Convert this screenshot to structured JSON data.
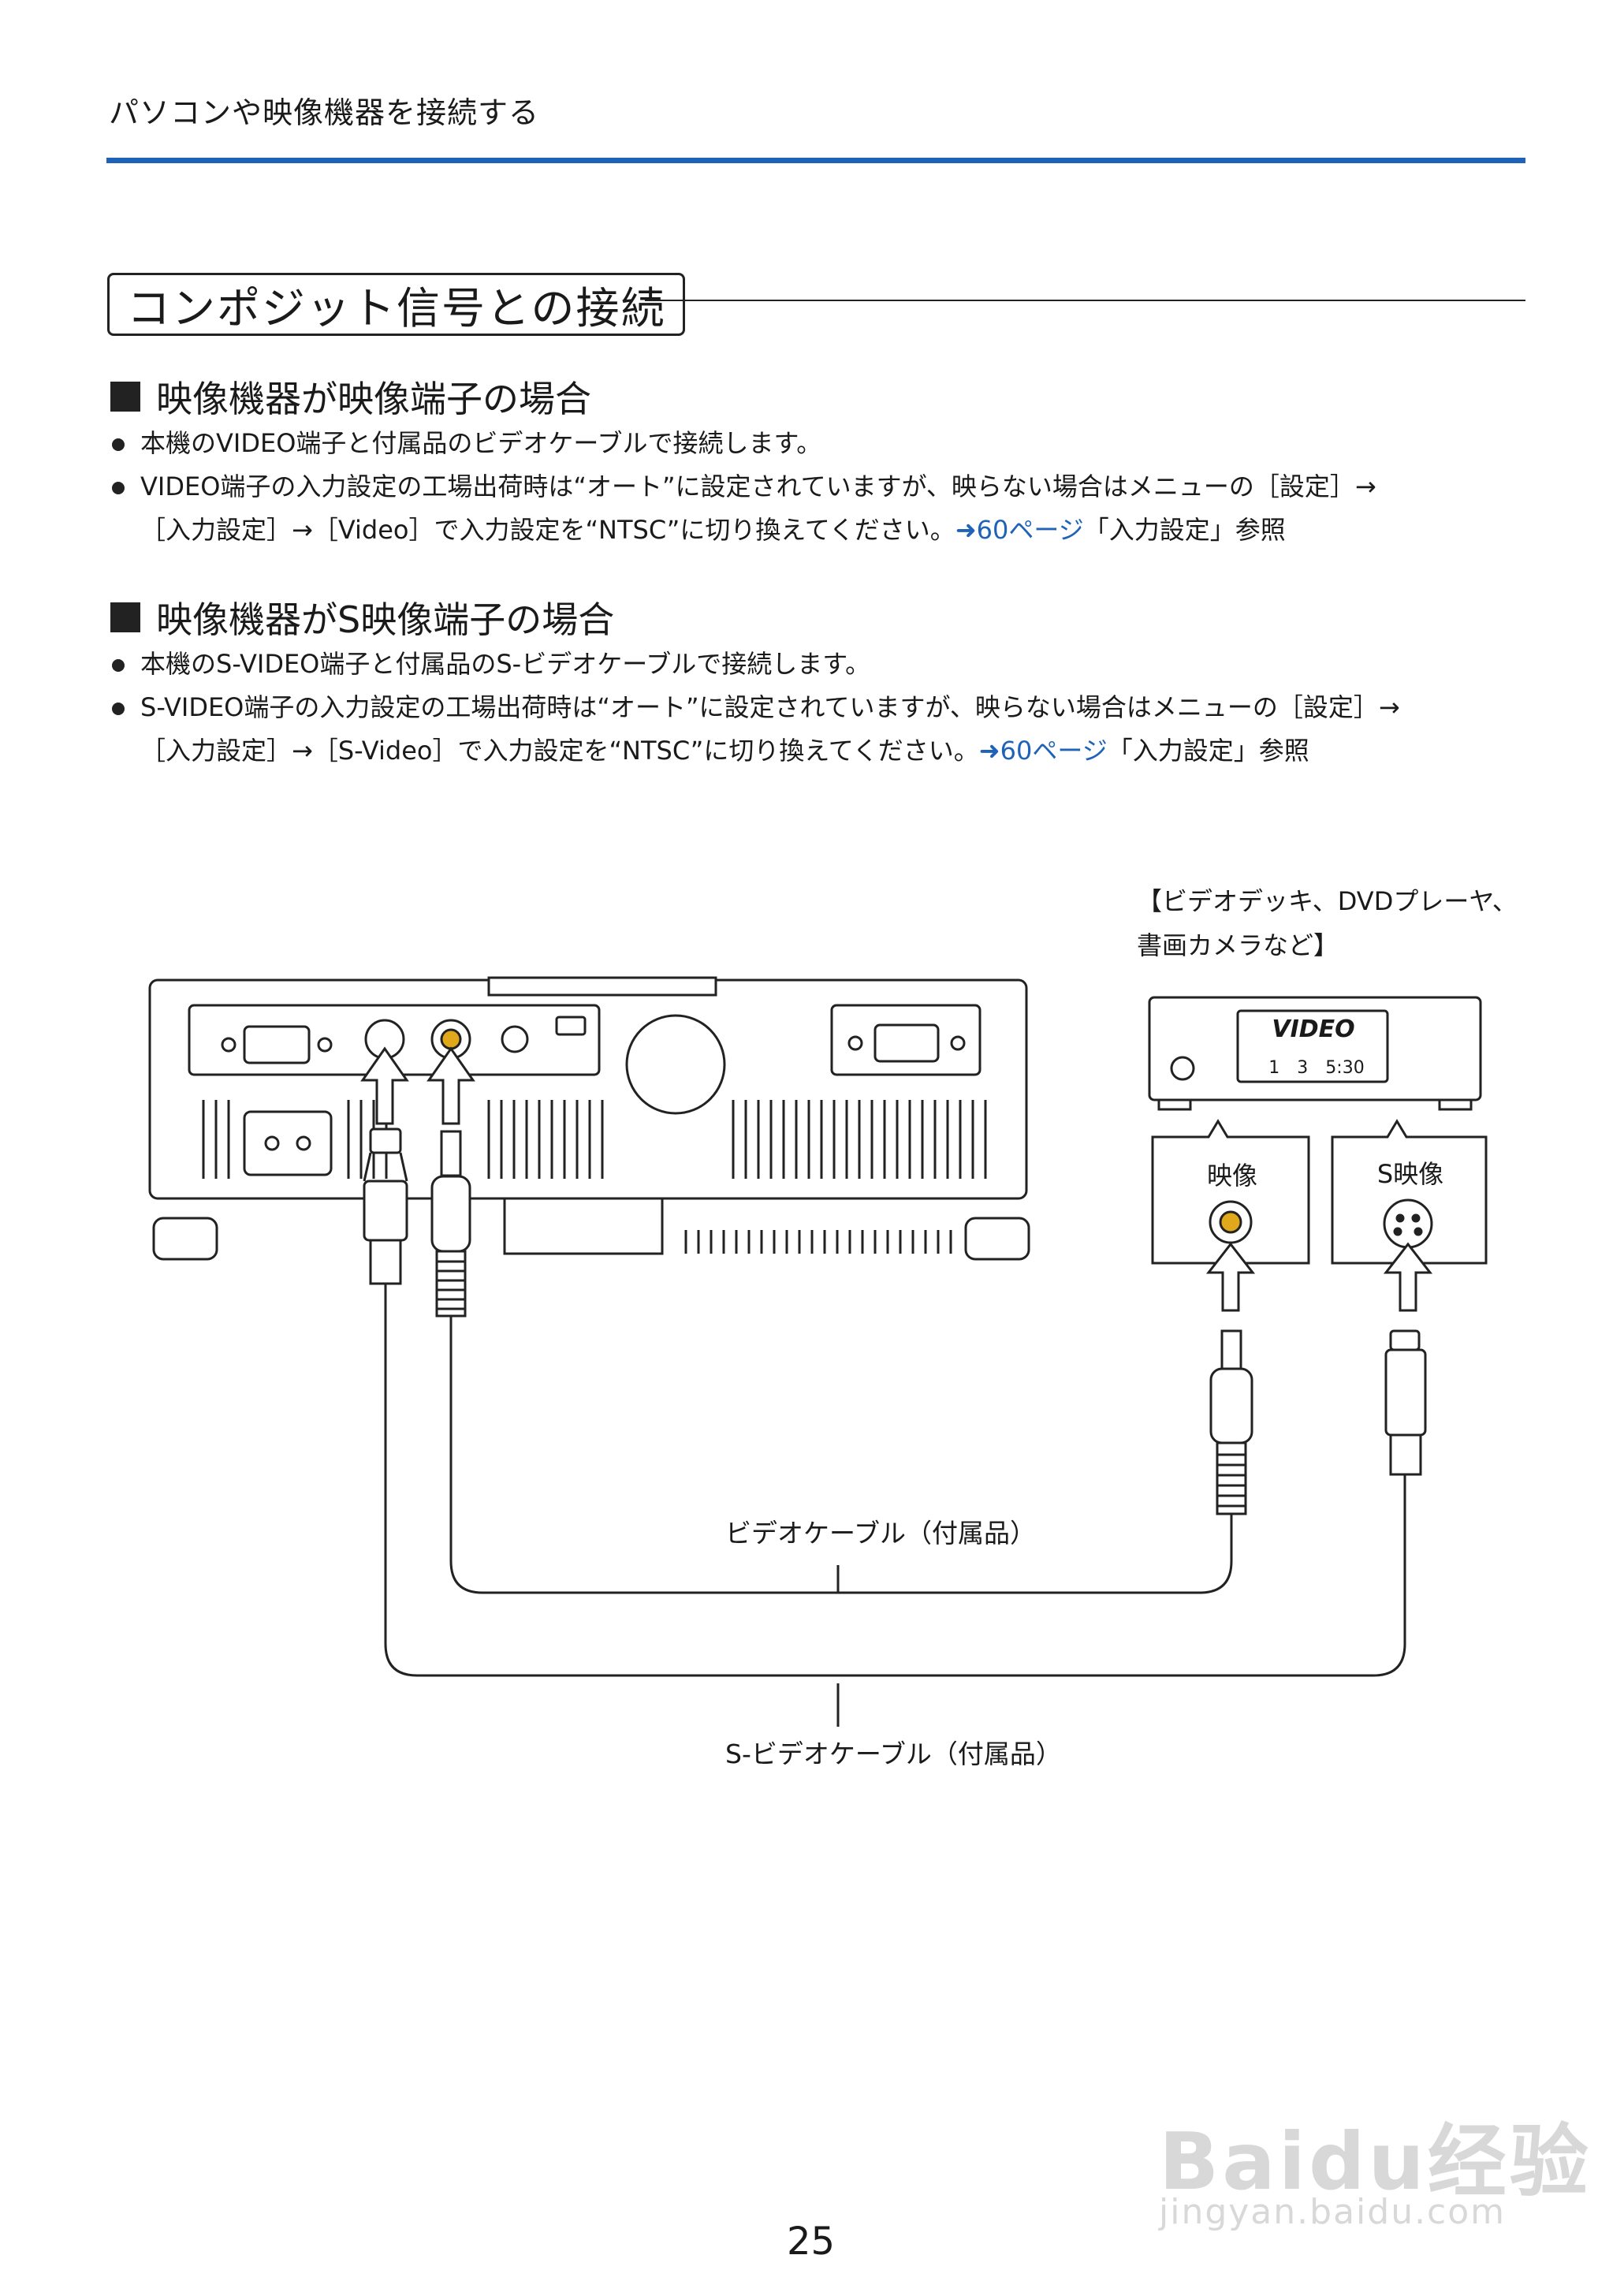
{
  "header": {
    "title": "パソコンや映像機器を接続する"
  },
  "section": {
    "title": "コンポジット信号との接続"
  },
  "subsections": [
    {
      "heading": "映像機器が映像端子の場合",
      "bullet1": "本機のVIDEO端子と付属品のビデオケーブルで接続します。",
      "bullet2_line1": "VIDEO端子の入力設定の工場出荷時は“オート”に設定されていますが、映らない場合はメニューの［設定］→",
      "bullet2_line2_pre": "［入力設定］→［Video］で入力設定を“NTSC”に切り換えてください。",
      "bullet2_ref": "➜60ページ",
      "bullet2_line2_post": "「入力設定」参照"
    },
    {
      "heading": "映像機器がS映像端子の場合",
      "bullet1": "本機のS-VIDEO端子と付属品のS-ビデオケーブルで接続します。",
      "bullet2_line1": "S-VIDEO端子の入力設定の工場出荷時は“オート”に設定されていますが、映らない場合はメニューの［設定］→",
      "bullet2_line2_pre": "［入力設定］→［S-Video］で入力設定を“NTSC”に切り換えてください。",
      "bullet2_ref": "➜60ページ",
      "bullet2_line2_post": "「入力設定」参照"
    }
  ],
  "diagram": {
    "device_caption_line1": "【ビデオデッキ、DVDプレーヤ、",
    "device_caption_line2": "書画カメラなど】",
    "device_display_logo": "VIDEO",
    "device_display_counter": "1　3　5:30",
    "jack_video_label": "映像",
    "jack_svideo_label": "S映像",
    "video_cable_label": "ビデオケーブル（付属品）",
    "svideo_cable_label": "S-ビデオケーブル（付属品）"
  },
  "page_number": "25",
  "watermark": {
    "main": "Baidu经验",
    "sub": "jingyan.baidu.com"
  }
}
